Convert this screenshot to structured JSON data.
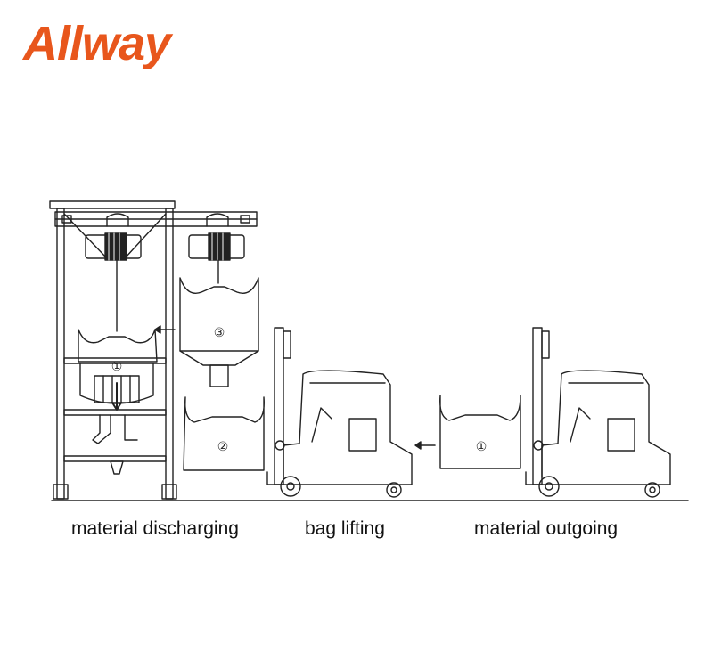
{
  "brand": {
    "name": "Allway",
    "color": "#e8561c"
  },
  "steps": [
    {
      "number": "①"
    },
    {
      "number": "②"
    },
    {
      "number": "③"
    }
  ],
  "captions": {
    "discharging": "material discharging",
    "lifting": "bag lifting",
    "outgoing": "material outgoing"
  },
  "icons": [
    "hoist-icon",
    "forklift-icon",
    "bulk-bag-icon",
    "flow-arrow-icon"
  ]
}
